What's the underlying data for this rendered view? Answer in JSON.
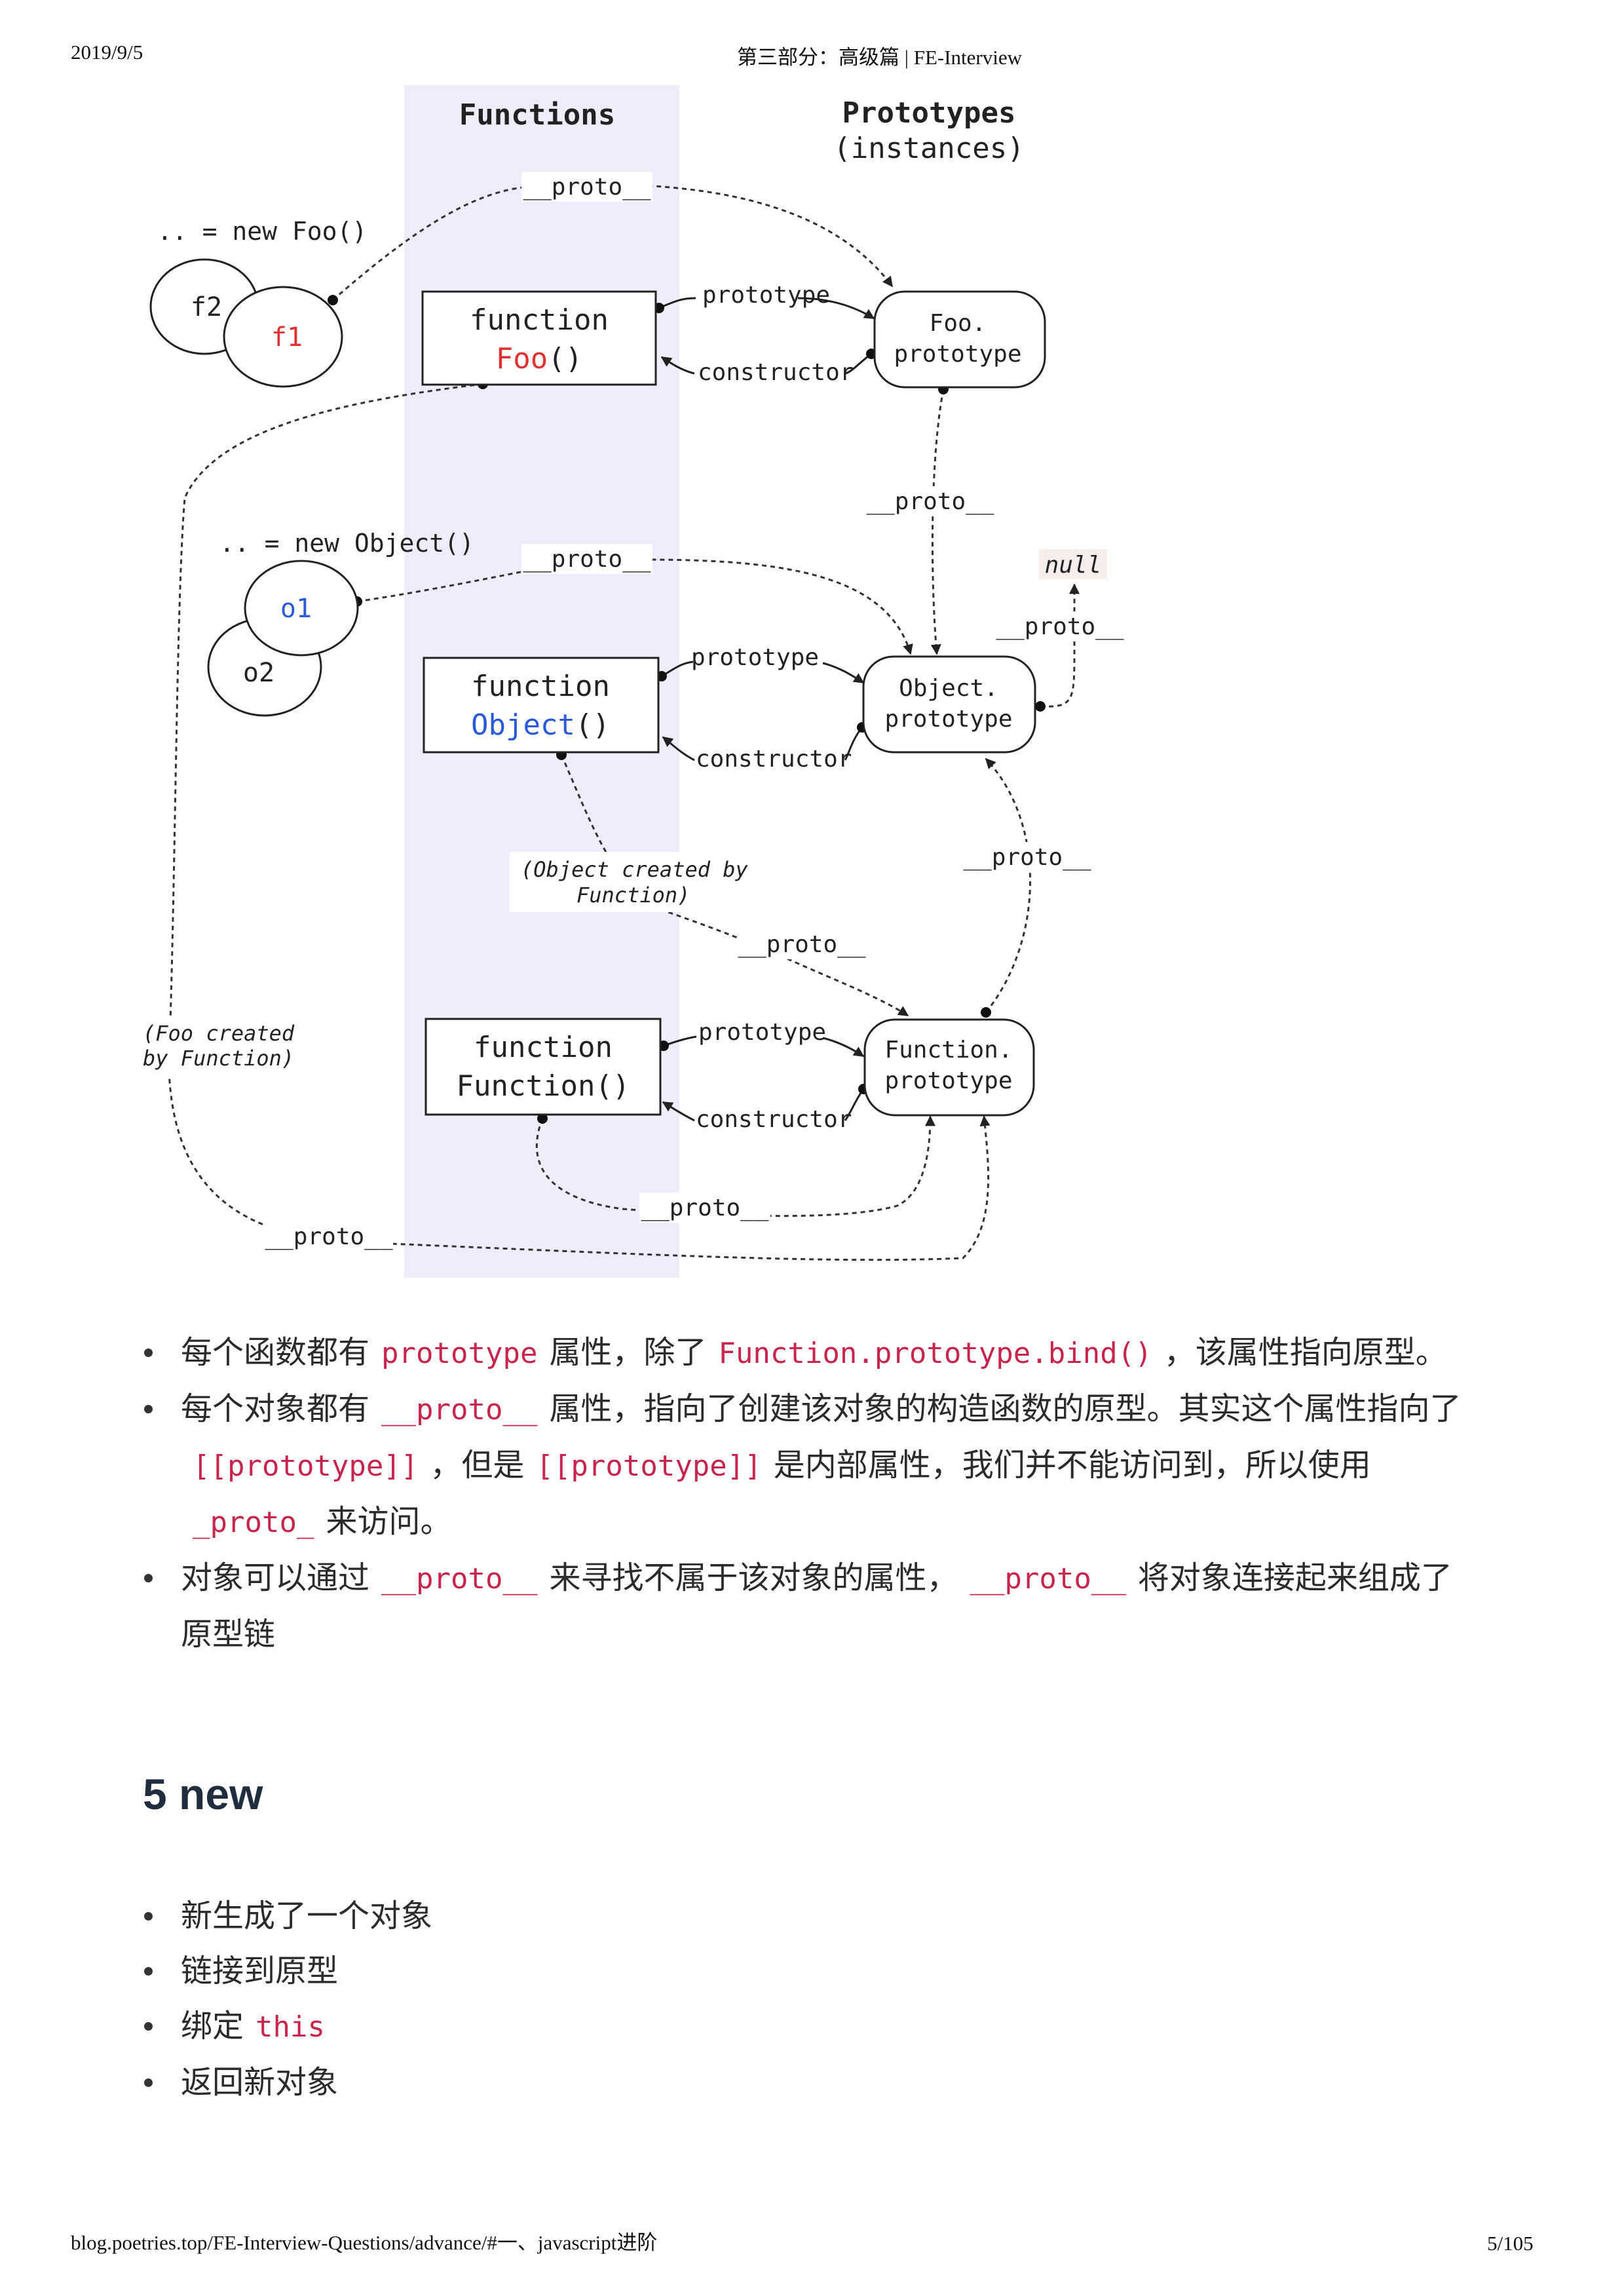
{
  "header": {
    "date": "2019/9/5",
    "title": "第三部分：高级篇 | FE-Interview"
  },
  "diagram": {
    "col_functions": "Functions",
    "col_prototypes_1": "Prototypes",
    "col_prototypes_2": "(instances)",
    "new_foo": ".. = new Foo()",
    "new_object": ".. = new Object()",
    "f1": "f1",
    "f2": "f2",
    "o1": "o1",
    "o2": "o2",
    "null": "null",
    "proto": "__proto__",
    "prototype": "prototype",
    "constructor": "constructor",
    "fn_keyword": "function",
    "foo_name": "Foo",
    "object_name": "Object",
    "parens": "()",
    "function_function": "Function()",
    "foo_proto_1": "Foo.",
    "foo_proto_2": "prototype",
    "obj_proto_1": "Object.",
    "obj_proto_2": "prototype",
    "fn_proto_1": "Function.",
    "fn_proto_2": "prototype",
    "obj_created_1": "(Object created by",
    "obj_created_2": "Function)",
    "foo_created_1": "(Foo created",
    "foo_created_2": "by Function)",
    "colors": {
      "red": "#e03030",
      "blue": "#2a5ad8",
      "band": "#ededfb"
    }
  },
  "bullets1": [
    {
      "t1": "每个函数都有",
      "c1": "prototype",
      "t2": "属性，除了",
      "c2": "Function.prototype.bind()",
      "t3": "，该属性指向原型。"
    },
    {
      "t1": "每个对象都有",
      "c1": "__proto__",
      "t2": "属性，指向了创建该对象的构造函数的原型。其实这个属性指向了",
      "c2": "[[prototype]]",
      "t3": "，但是",
      "c3": "[[prototype]]",
      "t4": "是内部属性，我们并不能访问到，所以使用",
      "c4": "_proto_",
      "t5": "来访问。"
    },
    {
      "t1": "对象可以通过",
      "c1": "__proto__",
      "t2": "来寻找不属于该对象的属性，",
      "c2": "__proto__",
      "t3": "将对象连接起来组成了原型链"
    }
  ],
  "section": {
    "title": "5 new"
  },
  "bullets2": [
    {
      "t1": "新生成了一个对象"
    },
    {
      "t1": "链接到原型"
    },
    {
      "t1": "绑定",
      "c1": "this"
    },
    {
      "t1": "返回新对象"
    }
  ],
  "footer": {
    "url": "blog.poetries.top/FE-Interview-Questions/advance/#一、javascript进阶",
    "page": "5/105"
  }
}
